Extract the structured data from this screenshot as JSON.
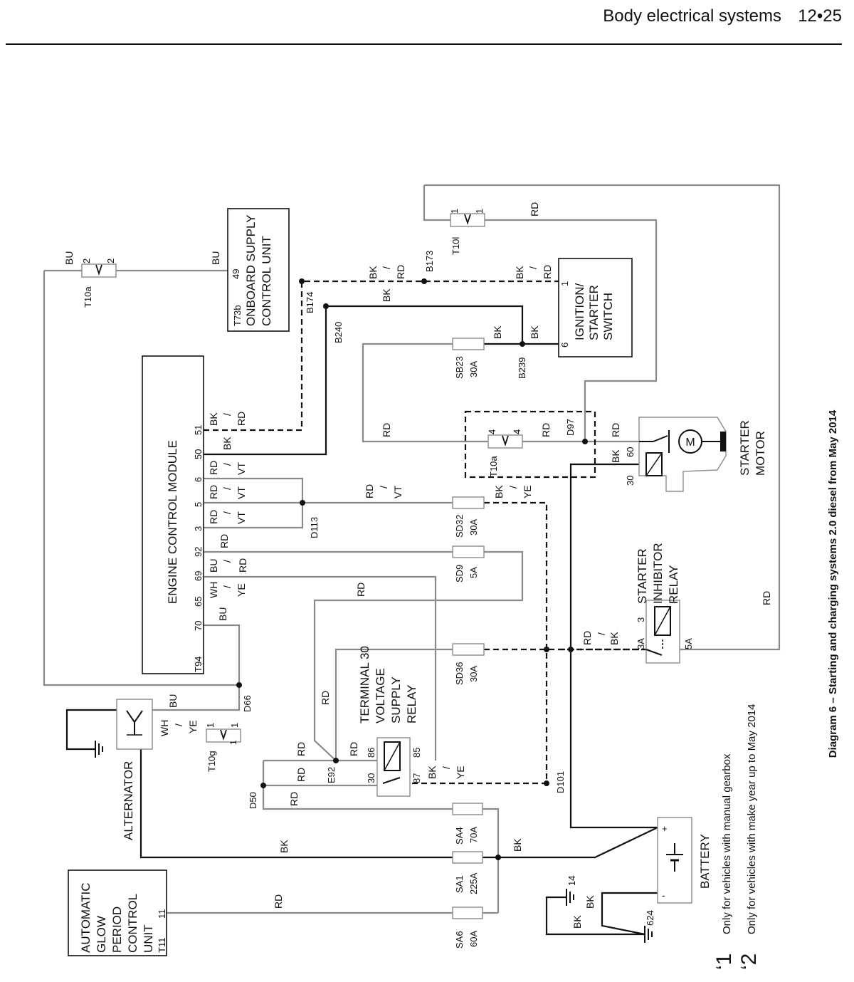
{
  "header": {
    "section": "Body electrical systems",
    "page": "12•25"
  },
  "caption": "Diagram 6 – Starting and charging systems 2.0 diesel from May 2014",
  "notes": [
    {
      "mark": "‘1",
      "text": "Only for vehicles with manual gearbox"
    },
    {
      "mark": "‘2",
      "text": "Only for vehicles with make year up to May 2014"
    }
  ],
  "components": {
    "onboard": [
      "ONBOARD SUPPLY",
      "CONTROL UNIT"
    ],
    "onboard_conn": "T73b",
    "onboard_pin": "49",
    "ecm": "ENGINE CONTROL MODULE",
    "ecm_conn": "T94",
    "ecm_pins": [
      "51",
      "50",
      "6",
      "5",
      "3",
      "92",
      "69",
      "65",
      "70"
    ],
    "ignition": [
      "IGNITION/",
      "STARTER",
      "SWITCH"
    ],
    "ign_pin1": "1",
    "ign_pin6": "6",
    "starter": [
      "STARTER",
      "MOTOR"
    ],
    "starter_motor_symbol": "M",
    "starter_pins": [
      "60",
      "30"
    ],
    "inhibitor": [
      "STARTER",
      "INHIBITOR",
      "RELAY"
    ],
    "inhibitor_pins": [
      "3",
      "3A",
      "5A"
    ],
    "t30relay": [
      "TERMINAL 30",
      "VOLTAGE",
      "SUPPLY",
      "RELAY"
    ],
    "t30relay_pins": [
      "86",
      "85",
      "30",
      "87"
    ],
    "alternator": "ALTERNATOR",
    "battery": "BATTERY",
    "battery_plus": "+",
    "battery_minus": "-",
    "glow": [
      "AUTOMATIC",
      "GLOW",
      "PERIOD",
      "CONTROL",
      "UNIT"
    ],
    "glow_pin": "11",
    "glow_conn": "T11"
  },
  "connectors": {
    "t10a_2": "T10a",
    "t10a_2_pins": [
      "2",
      "2"
    ],
    "t10l": "T10l",
    "t10l_pins": [
      "1",
      "1"
    ],
    "t10a_4": "T10a",
    "t10a_4_pins": [
      "4",
      "4"
    ],
    "t10g": "T10g",
    "t10g_pins": [
      "1",
      "1"
    ]
  },
  "splices": [
    "B174",
    "B240",
    "B173",
    "B239",
    "D97",
    "D113",
    "D66",
    "D50",
    "E92",
    "D101"
  ],
  "earth_points": [
    "14",
    "624"
  ],
  "fuses": [
    {
      "id": "SB23",
      "rating": "30A"
    },
    {
      "id": "SD32",
      "rating": "30A"
    },
    {
      "id": "SD9",
      "rating": "5A"
    },
    {
      "id": "SD36",
      "rating": "30A"
    },
    {
      "id": "SA4",
      "rating": "70A"
    },
    {
      "id": "SA1",
      "rating": "225A"
    },
    {
      "id": "SA6",
      "rating": "60A"
    }
  ],
  "wire_colors": {
    "bu": "BU",
    "rd": "RD",
    "bk": "BK",
    "vt": "VT",
    "wh": "WH",
    "ye": "YE",
    "slash": "/"
  },
  "footnote_refs": [
    "1",
    "2"
  ]
}
